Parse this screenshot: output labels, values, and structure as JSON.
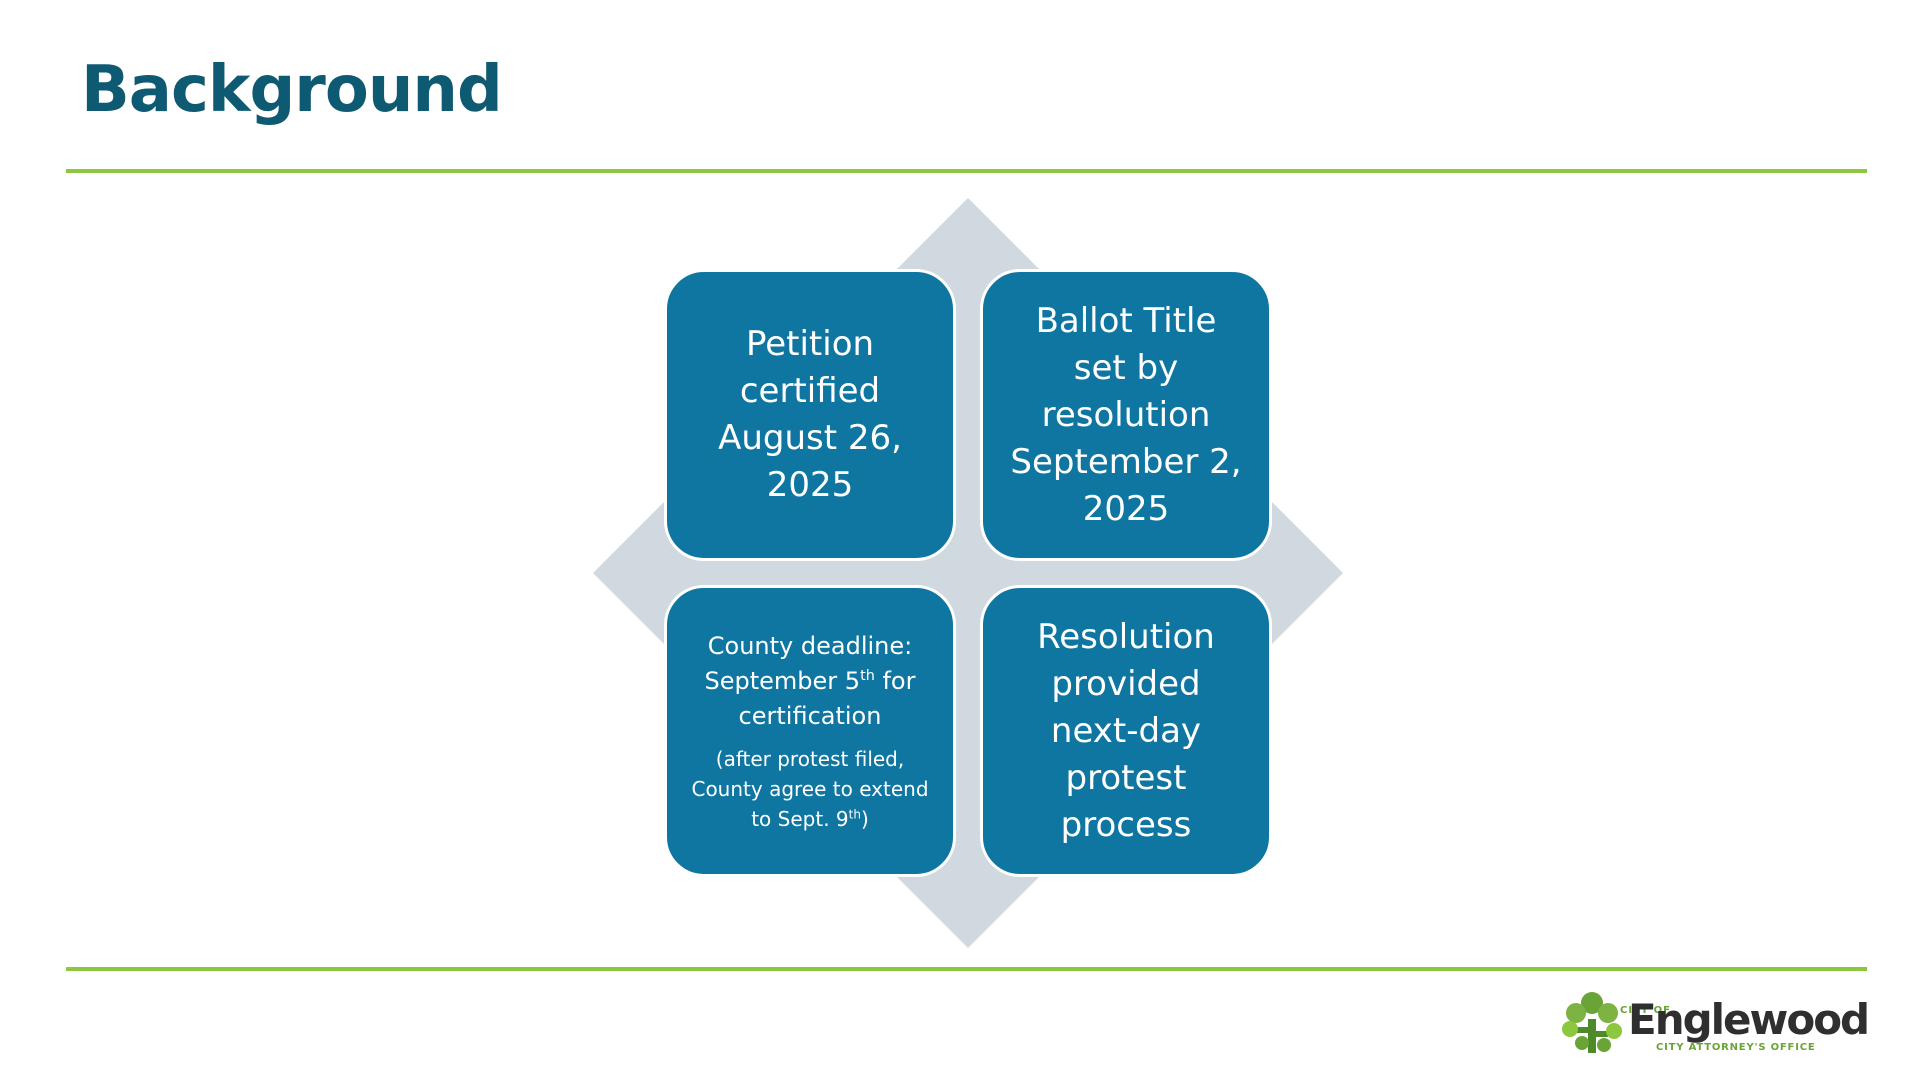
{
  "slide": {
    "title": "Background"
  },
  "colors": {
    "title": "#0f5a73",
    "rule": "#8dc63f",
    "box": "#0e76a0",
    "diamond": "#d0d9e0",
    "logo_green": "#6aa336"
  },
  "diagram": {
    "boxes": [
      {
        "id": "petition",
        "text": "Petition certified August 26, 2025"
      },
      {
        "id": "ballot",
        "text": "Ballot Title set by resolution September 2, 2025"
      },
      {
        "id": "county",
        "line1": "County deadline:",
        "line2_pre": "September 5",
        "line2_sup": "th",
        "line2_post": " for",
        "line3": "certification",
        "note_pre": "(after protest filed, County agree to extend to Sept. 9",
        "note_sup": "th",
        "note_post": ")"
      },
      {
        "id": "resolution",
        "text": "Resolution provided next-day protest process"
      }
    ]
  },
  "logo": {
    "city_of": "CITY OF",
    "name": "Englewood",
    "office": "CITY ATTORNEY'S OFFICE",
    "icon": "tree-logo-icon"
  }
}
